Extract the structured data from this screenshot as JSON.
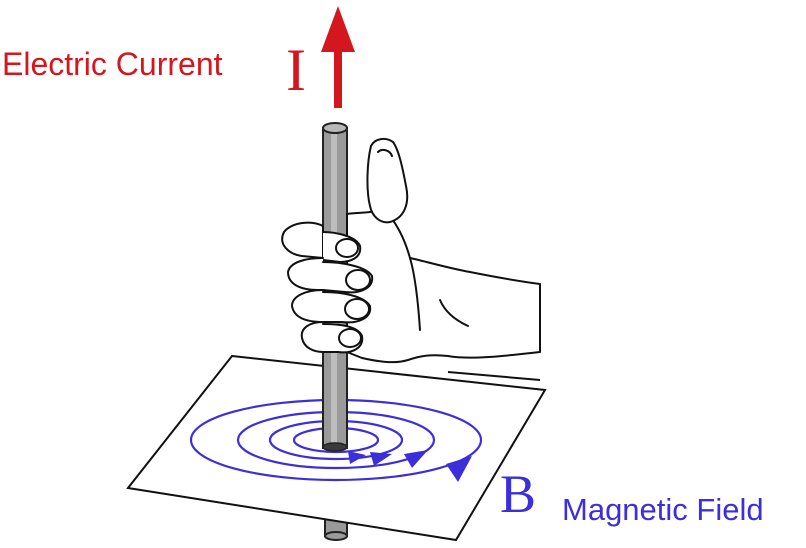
{
  "labels": {
    "current_name": "Electric Current",
    "current_symbol": "I",
    "field_symbol": "B",
    "field_name": "Magnetic Field"
  },
  "colors": {
    "current": "#d4161e",
    "field": "#3c2fd9",
    "outline": "#111111",
    "wire": "#9a9a9a",
    "wire_dark": "#3a3a3a",
    "background": "#ffffff"
  },
  "icons": {
    "current_arrow": "arrow-up-icon",
    "field_arrows": "arrowhead-icon",
    "hand": "right-hand-icon"
  }
}
